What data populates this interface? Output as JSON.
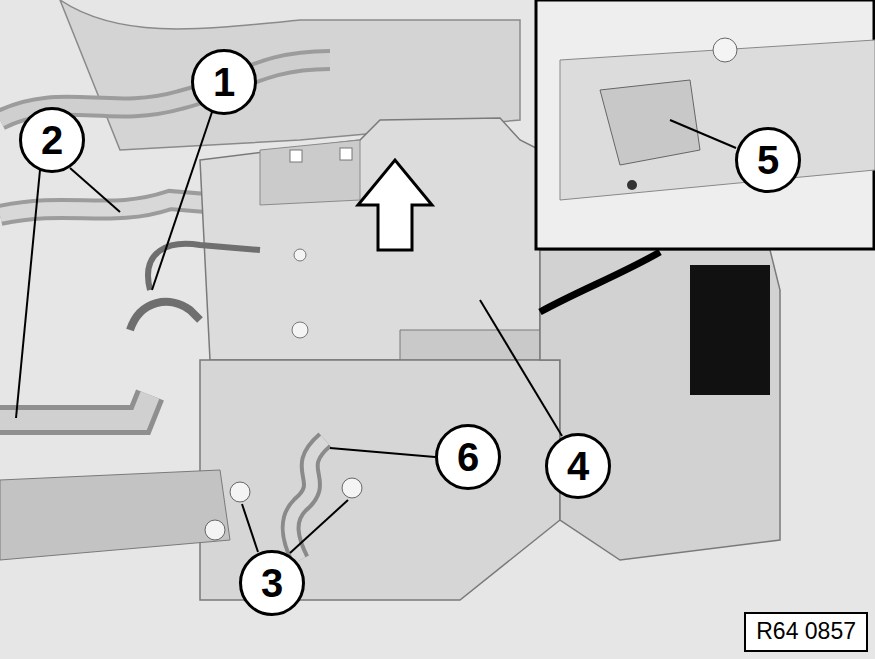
{
  "diagram": {
    "labels": [
      "1",
      "2",
      "5",
      "6",
      "4",
      "3",
      "R64 0857"
    ]
  }
}
